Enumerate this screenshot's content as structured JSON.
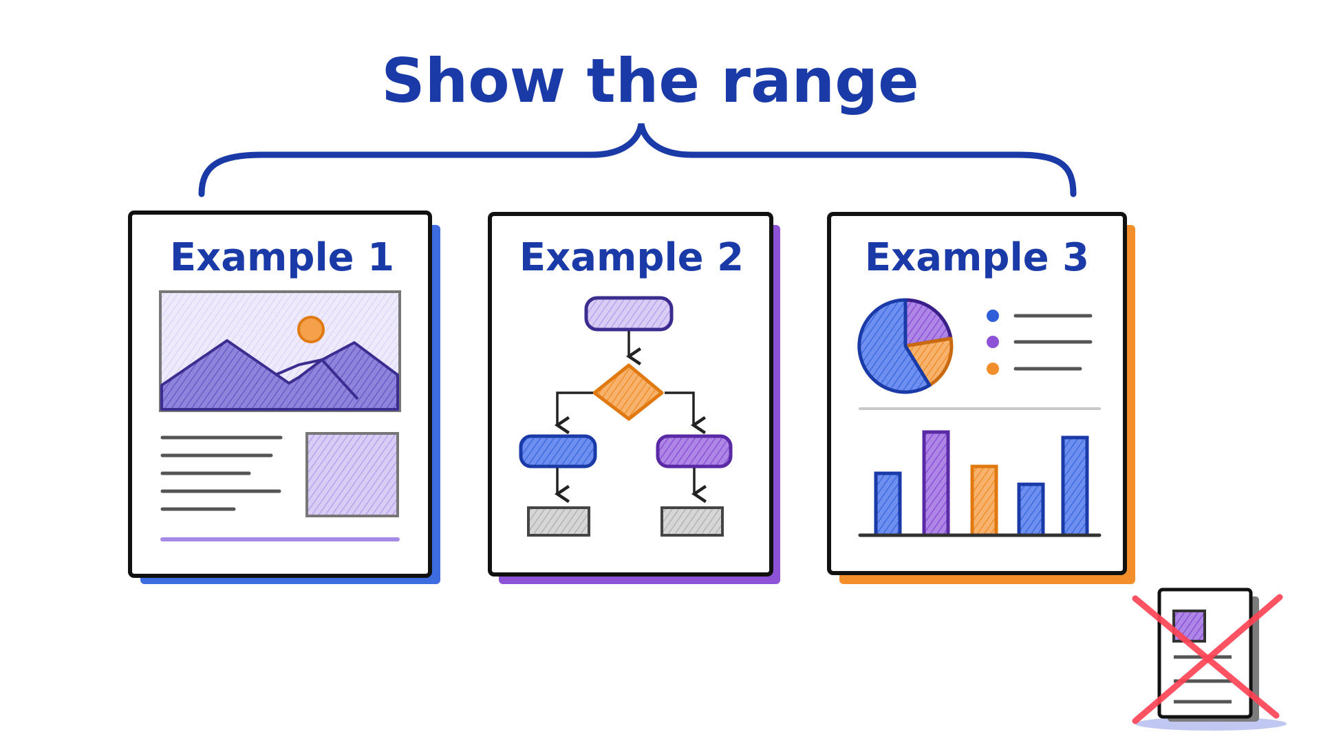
{
  "title": "Show the range",
  "colors": {
    "ink": "#1a3aa8",
    "outline": "#111111",
    "blue": "#3d6be0",
    "purple": "#8d52d6",
    "orange": "#f28f2a",
    "lavender": "#c7b6ef",
    "gray": "#c9c9c9"
  },
  "cards": [
    {
      "label": "Example 1",
      "shadow_color": "#3d6be0",
      "content": "layout-page"
    },
    {
      "label": "Example 2",
      "shadow_color": "#8d52d6",
      "content": "flowchart"
    },
    {
      "label": "Example 3",
      "shadow_color": "#f28f2a",
      "content": "dashboard"
    }
  ],
  "rejected": {
    "icon": "crossed-out-document-icon"
  },
  "icons": [
    "brace-icon",
    "mountain-landscape-icon",
    "image-placeholder-icon",
    "flowchart-icon",
    "pie-chart-icon",
    "bar-chart-icon"
  ]
}
